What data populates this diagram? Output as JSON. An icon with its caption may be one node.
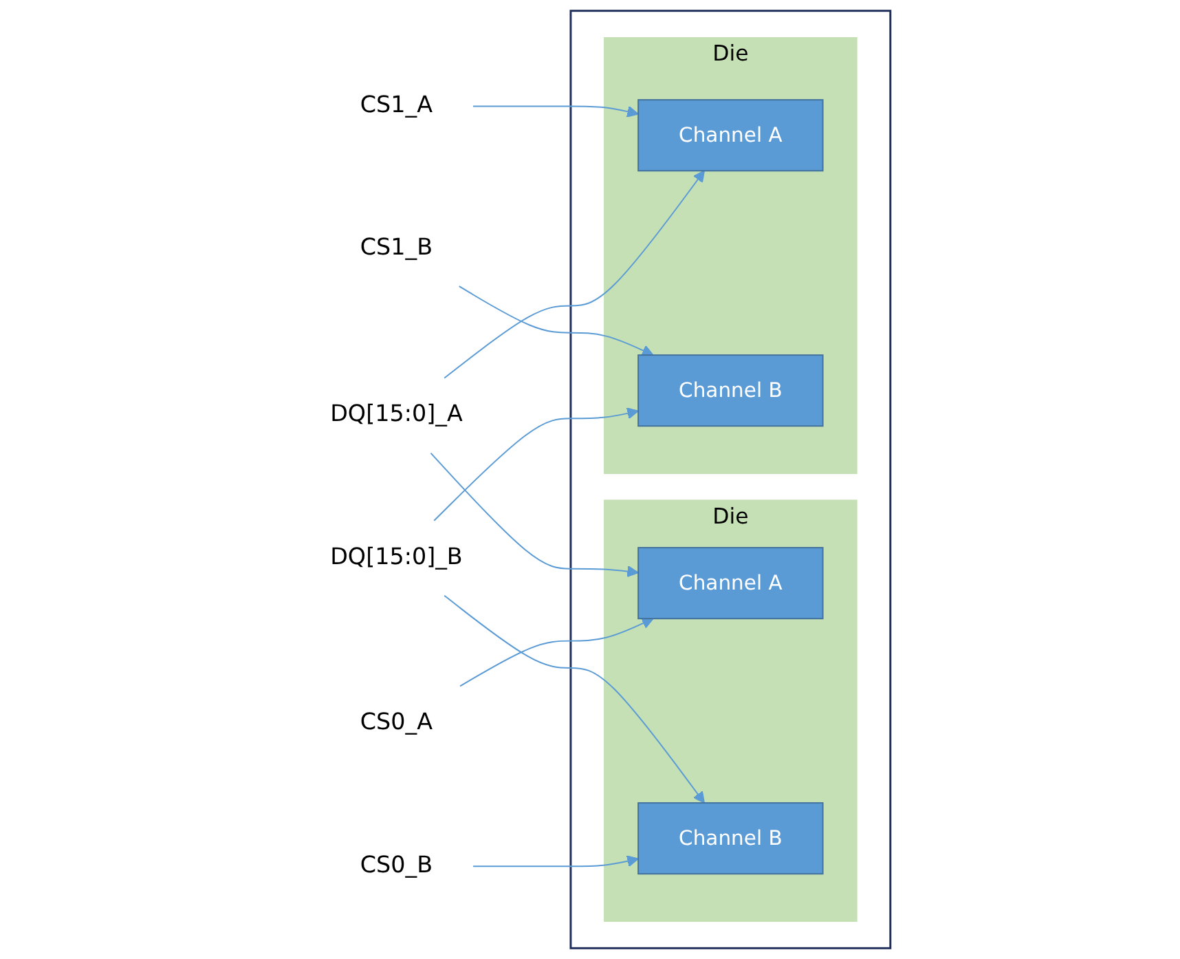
{
  "diagram": {
    "nodes": [
      {
        "text": [],
        "shape": "box"
      },
      {
        "text": [
          "Die"
        ],
        "in": 0
      },
      {
        "text": [
          "Channel  A"
        ],
        "in": 1
      },
      {
        "text": [
          "Channel B"
        ],
        "in": 1
      },
      {
        "text": [
          "Die"
        ],
        "in": 0
      },
      {
        "text": [
          "Channel  A"
        ],
        "in": 4
      },
      {
        "text": [
          "Channel B"
        ],
        "in": 4
      },
      {
        "text": [
          "CS0_A"
        ]
      },
      {
        "text": [
          "DQ[15:0]_A"
        ]
      },
      {
        "text": [
          "CS1_A"
        ]
      },
      {
        "text": [
          "CS0_B"
        ]
      },
      {
        "text": [
          "DQ[15:0]_B"
        ]
      },
      {
        "text": [
          "CS1_B"
        ]
      }
    ],
    "edges": [
      {
        "from": 7,
        "to": 2,
        "arrow": "to"
      },
      {
        "from": 8,
        "to": 2,
        "arrow": "to"
      },
      {
        "from": 8,
        "to": 5,
        "arrow": "to"
      },
      {
        "from": 9,
        "to": 5,
        "arrow": "to"
      },
      {
        "from": 10,
        "to": 3,
        "arrow": "to"
      },
      {
        "from": 11,
        "to": 3,
        "arrow": "to"
      },
      {
        "from": 11,
        "to": 6,
        "arrow": "to"
      },
      {
        "from": 12,
        "to": 6,
        "arrow": "to"
      }
    ]
  }
}
